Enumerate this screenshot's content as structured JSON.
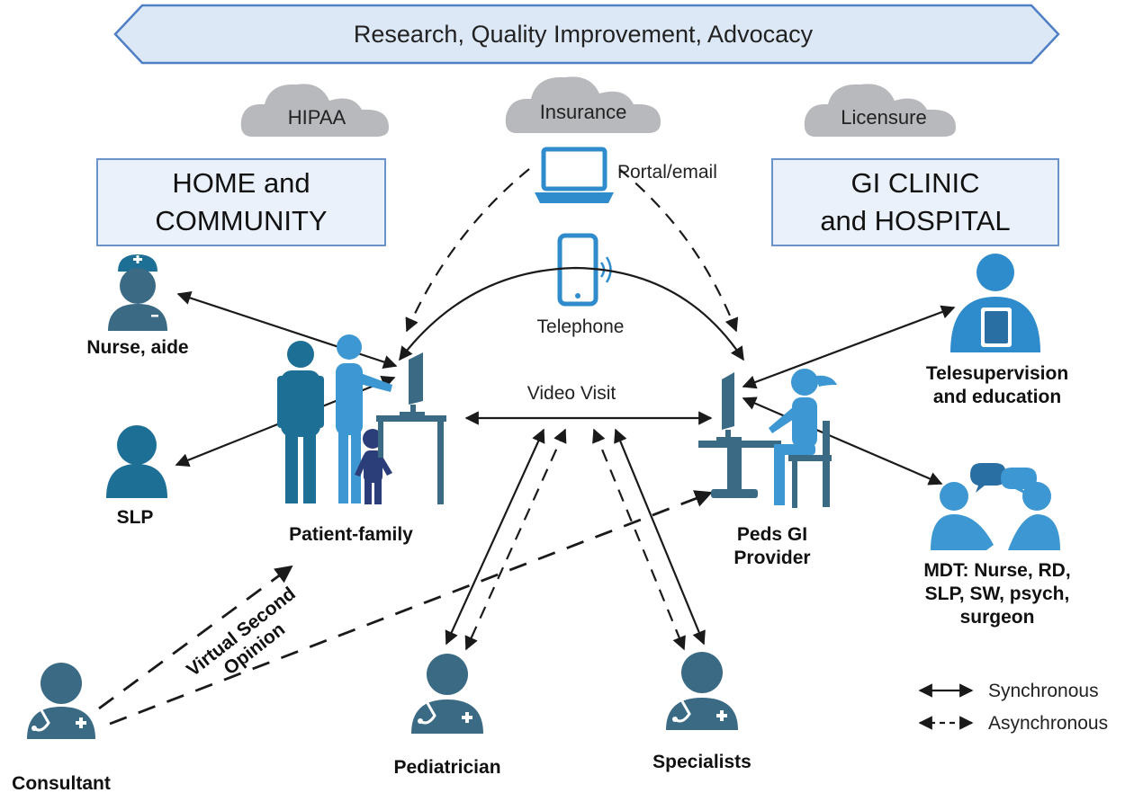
{
  "banner": {
    "text": "Research, Quality Improvement, Advocacy"
  },
  "clouds": [
    {
      "label": "HIPAA"
    },
    {
      "label": "Insurance"
    },
    {
      "label": "Licensure"
    }
  ],
  "settings": {
    "home": {
      "line1": "HOME and",
      "line2": "COMMUNITY"
    },
    "clinic": {
      "line1": "GI CLINIC",
      "line2": "and HOSPITAL"
    }
  },
  "channels": {
    "portal": "Portal/email",
    "telephone": "Telephone",
    "video": "Video Visit",
    "second_opinion_line1": "Virtual Second",
    "second_opinion_line2": "Opinion"
  },
  "actors": {
    "nurse": "Nurse, aide",
    "slp": "SLP",
    "patient_family": "Patient-family",
    "peds_gi_line1": "Peds GI",
    "peds_gi_line2": "Provider",
    "telesup_line1": "Telesupervision",
    "telesup_line2": "and education",
    "mdt_line1": "MDT: Nurse, RD,",
    "mdt_line2": "SLP, SW, psych,",
    "mdt_line3": "surgeon",
    "consultant": "Consultant",
    "pediatrician": "Pediatrician",
    "specialists": "Specialists"
  },
  "legend": {
    "synchronous": "Synchronous",
    "asynchronous": "Asynchronous"
  },
  "colors": {
    "banner_fill": "#dde8f7",
    "banner_stroke": "#4f7fc4",
    "box_fill": "#eaf1fb",
    "box_stroke": "#6a93cc",
    "cloud": "#b7b9bc",
    "dark_blue": "#3b6a85",
    "mid_blue": "#1e6f95",
    "light_blue": "#3d97d2",
    "device_blue": "#2e8bcc",
    "navy_child": "#2c3e7a"
  }
}
